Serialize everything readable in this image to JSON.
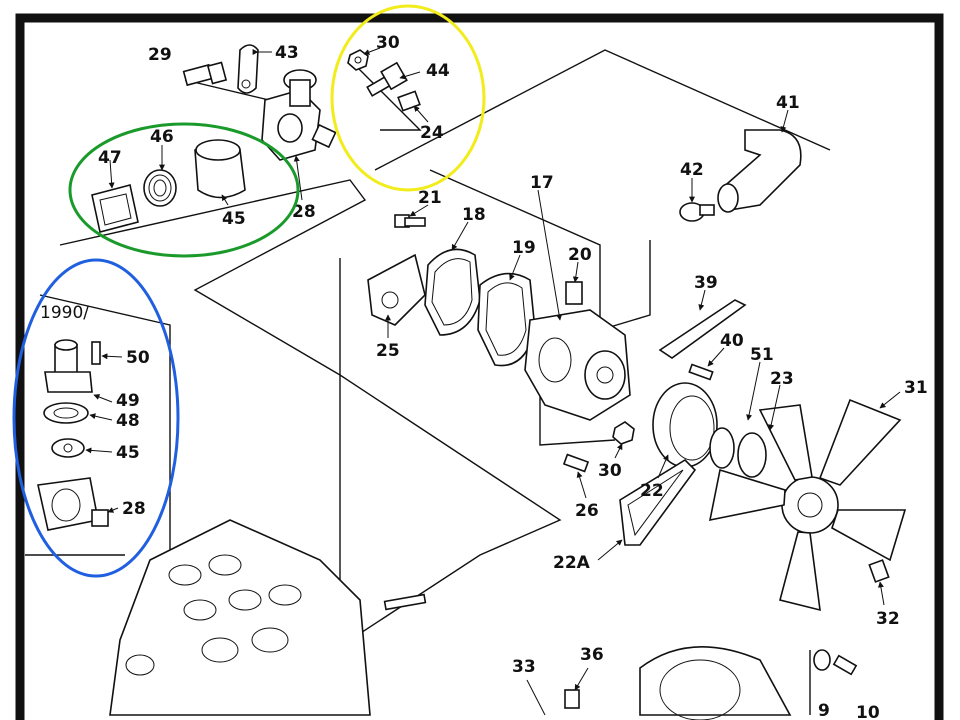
{
  "diagram": {
    "inset_year_label": "1990/",
    "callouts": [
      {
        "id": "c29",
        "text": "29"
      },
      {
        "id": "c43",
        "text": "43"
      },
      {
        "id": "c30a",
        "text": "30"
      },
      {
        "id": "c44",
        "text": "44"
      },
      {
        "id": "c24",
        "text": "24"
      },
      {
        "id": "c41",
        "text": "41"
      },
      {
        "id": "c47",
        "text": "47"
      },
      {
        "id": "c46",
        "text": "46"
      },
      {
        "id": "c45a",
        "text": "45"
      },
      {
        "id": "c28a",
        "text": "28"
      },
      {
        "id": "c17",
        "text": "17"
      },
      {
        "id": "c42",
        "text": "42"
      },
      {
        "id": "c21",
        "text": "21"
      },
      {
        "id": "c18",
        "text": "18"
      },
      {
        "id": "c19",
        "text": "19"
      },
      {
        "id": "c20",
        "text": "20"
      },
      {
        "id": "c39",
        "text": "39"
      },
      {
        "id": "c25",
        "text": "25"
      },
      {
        "id": "c40",
        "text": "40"
      },
      {
        "id": "c51",
        "text": "51"
      },
      {
        "id": "c23",
        "text": "23"
      },
      {
        "id": "c31",
        "text": "31"
      },
      {
        "id": "c50",
        "text": "50"
      },
      {
        "id": "c49",
        "text": "49"
      },
      {
        "id": "c48",
        "text": "48"
      },
      {
        "id": "c45b",
        "text": "45"
      },
      {
        "id": "c28b",
        "text": "28"
      },
      {
        "id": "c30b",
        "text": "30"
      },
      {
        "id": "c22",
        "text": "22"
      },
      {
        "id": "c26",
        "text": "26"
      },
      {
        "id": "c22a",
        "text": "22A"
      },
      {
        "id": "c32",
        "text": "32"
      },
      {
        "id": "c33",
        "text": "33"
      },
      {
        "id": "c36",
        "text": "36"
      },
      {
        "id": "c9",
        "text": "9"
      },
      {
        "id": "c10",
        "text": "10"
      }
    ]
  },
  "highlight_colors": {
    "yellow": "#f2ec1a",
    "green": "#1a9a2a",
    "blue": "#1f5fe0"
  }
}
